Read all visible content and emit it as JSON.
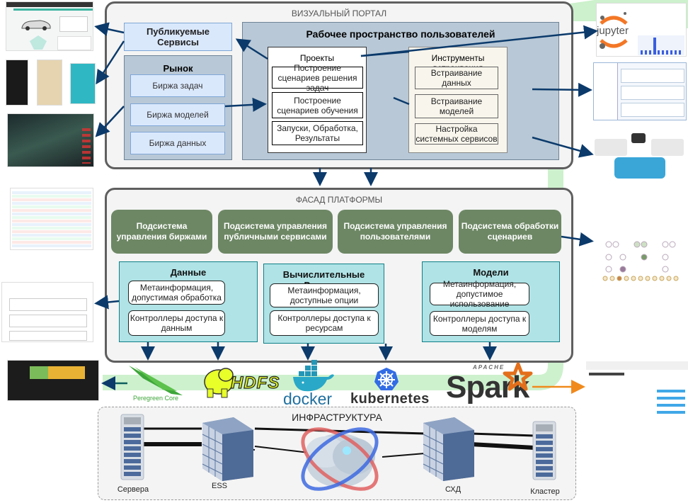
{
  "portal": {
    "title": "ВИЗУАЛЬНЫЙ ПОРТАЛ",
    "published_services": "Публикуемые Сервисы",
    "market": {
      "title": "Рынок",
      "items": [
        "Биржа задач",
        "Биржа моделей",
        "Биржа данных"
      ]
    },
    "workspace": {
      "title": "Рабочее пространство пользователей",
      "projects": {
        "title": "Проекты",
        "items": [
          "Построение сценариев решения задач",
          "Построение сценариев обучения",
          "Запуски, Обработка, Результаты"
        ]
      },
      "tools": {
        "title": "Инструменты встраивания",
        "items": [
          "Встраивание данных",
          "Встраивание моделей",
          "Настройка системных сервисов"
        ]
      }
    }
  },
  "facade": {
    "title": "ФАСАД ПЛАТФОРМЫ",
    "subsystems": [
      "Подсистема управления биржами",
      "Подсистема управления публичными сервисами",
      "Подсистема управления пользователями",
      "Подсистема обработки сценариев"
    ],
    "groups": [
      {
        "title": "Данные",
        "items": [
          "Метаинформация, допустимая обработка",
          "Контроллеры доступа к данным"
        ]
      },
      {
        "title": "Вычислительные Ресурсы",
        "items": [
          "Метаинформация, доступные опции",
          "Контроллеры доступа к ресурсам"
        ]
      },
      {
        "title": "Модели",
        "items": [
          "Метаинформация, допустимое использование",
          "Контроллеры доступа к моделям"
        ]
      }
    ]
  },
  "technologies": {
    "peregreen": "Peregreen Core",
    "hdfs": "HDFS",
    "docker": "docker",
    "kubernetes": "kubernetes",
    "spark_top": "APACHE",
    "spark": "Spark"
  },
  "infrastructure": {
    "title": "ИНФРАСТРУКТУРА",
    "nodes": [
      "Сервера",
      "ESS",
      "СХД",
      "Кластер"
    ]
  },
  "right_thumbnails": {
    "jupyter": "jupyter"
  },
  "colors": {
    "arrow": "#0b3a6b",
    "green_band": "#7fd67f",
    "subsystem": "#6d8764",
    "orange_arrow": "#f08a1c"
  }
}
